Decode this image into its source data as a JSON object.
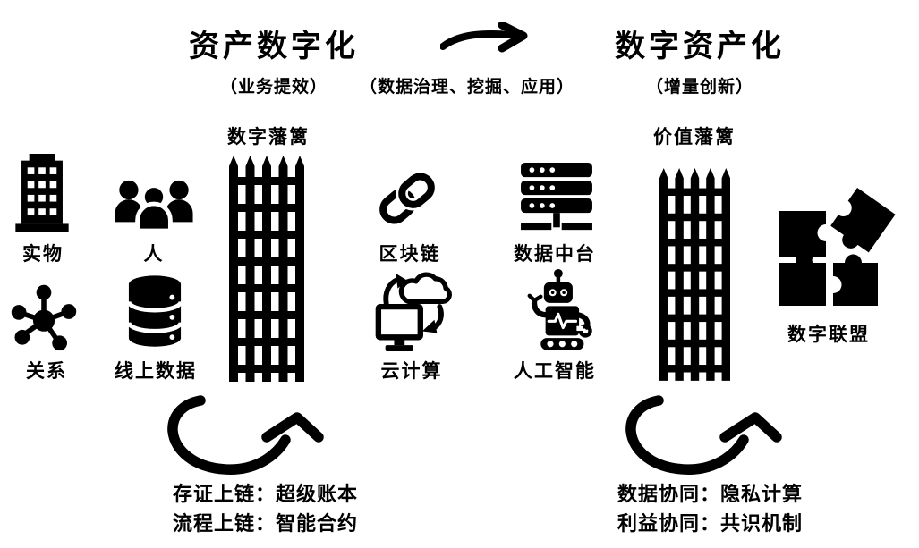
{
  "header": {
    "title_left": "资产数字化",
    "subtitle_left": "（业务提效）",
    "middle_note": "（数据治理、挖掘、应用）",
    "title_right": "数字资产化",
    "subtitle_right": "（增量创新）"
  },
  "fences": {
    "left_label": "数字藩篱",
    "right_label": "价值藩篱"
  },
  "icons": {
    "building_label": "实物",
    "people_label": "人",
    "network_label": "关系",
    "database_label": "线上数据",
    "blockchain_label": "区块链",
    "cloud_label": "云计算",
    "server_label": "数据中台",
    "robot_label": "人工智能",
    "puzzle_label": "数字联盟"
  },
  "bottom_left": {
    "line1": "存证上链：超级账本",
    "line2": "流程上链：智能合约"
  },
  "bottom_right": {
    "line1": "数据协同：隐私计算",
    "line2": "利益协同：共识机制"
  },
  "colors": {
    "ink": "#000000",
    "background": "#ffffff"
  }
}
